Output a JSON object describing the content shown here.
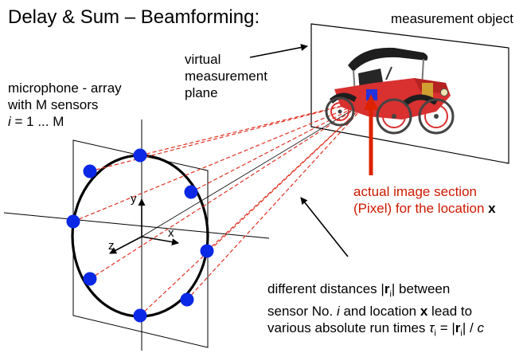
{
  "title": "Delay & Sum – Beamforming:",
  "measurement_object": "measurement object",
  "virtual_plane": {
    "line1": "virtual",
    "line2": "measurement",
    "line3": "plane"
  },
  "microphone_array": {
    "line1": "microphone - array",
    "line2": "with M sensors",
    "index_var": "i",
    "index_range": " = 1 ... M"
  },
  "image_section": {
    "line1": "actual image section",
    "line2a": "(Pixel) for the location ",
    "line2b": "x"
  },
  "distances": {
    "l1a": "different distances |",
    "l1b": "r",
    "l1c": "i",
    "l1d": "| between",
    "l2a": "sensor No. ",
    "l2b": "i",
    "l2c": " and location ",
    "l2d": "x",
    "l2e": " lead to",
    "l3a": "various absolute run times ",
    "l3b": "τ",
    "l3c": "i",
    "l3d": " = |",
    "l3e": "r",
    "l3f": "i",
    "l3g": "| / ",
    "l3h": "c"
  },
  "axes": {
    "x": "x",
    "y": "y",
    "z": "z"
  },
  "colors": {
    "sensor": "#0a28e6",
    "ray": "#e03020",
    "pixel": "#2233dd",
    "image_section_text": "#cc1a00",
    "car_body": "#d93030",
    "car_dark": "#222222"
  },
  "icons": {
    "object": "antique-car-image"
  }
}
